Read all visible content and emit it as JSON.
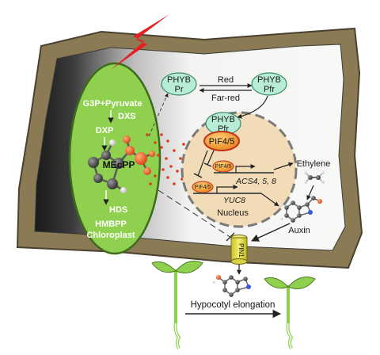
{
  "diagram": {
    "chloroplast": {
      "pathway": [
        "G3P+Pyruvate",
        "DXS",
        "DXP"
      ],
      "metabolite": "MEcPP",
      "downstream": [
        "HDS",
        "HMBPP"
      ],
      "label": "Chloroplast"
    },
    "phyb_pr": {
      "line1": "PHYB",
      "line2": "Pr"
    },
    "phyb_pfr": {
      "line1": "PHYB",
      "line2": "Pfr"
    },
    "phyb_pfr_nucleus": {
      "line1": "PHYB",
      "line2": "Pfr"
    },
    "light": {
      "red": "Red",
      "far_red": "Far-red"
    },
    "nucleus": {
      "label": "Nucleus",
      "pif_main": "PIF4/5",
      "pif_small": "PIF4/5",
      "genes": [
        "ACS4, 5, 8",
        "YUC8"
      ]
    },
    "ethylene": "Ethylene",
    "auxin": "Auxin",
    "pin1": "PIN1",
    "hypocotyl": "Hypocotyl elongation"
  },
  "colors": {
    "cell_wall": "#8b7b55",
    "cytoplasm": "#f6f6f4",
    "chloroplast": "#8fd14f",
    "nucleus": "#f2dcb8",
    "phyb": "#b7ecd6",
    "pif": "#f39a2a",
    "stress_bolt": "#e62020",
    "pin1": "#e8e34a",
    "seedling": "#8fd14f"
  },
  "icons": [
    "lightning-bolt-icon",
    "molecule-icon"
  ]
}
